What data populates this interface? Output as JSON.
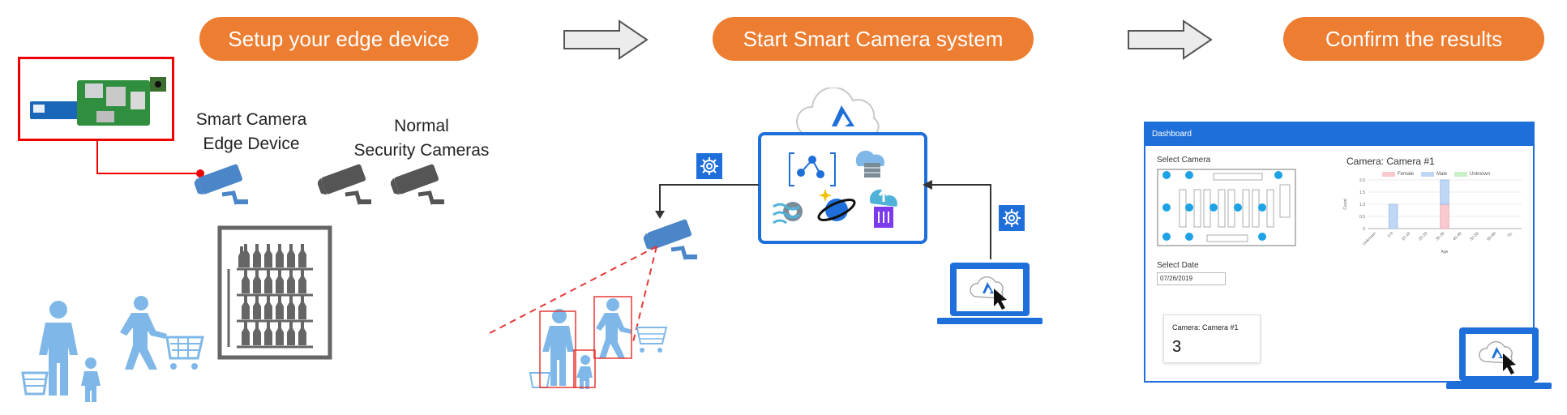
{
  "steps": [
    {
      "label": "Setup your edge device"
    },
    {
      "label": "Start Smart Camera system"
    },
    {
      "label": "Confirm the results"
    }
  ],
  "left": {
    "edge_device_label_line1": "Smart Camera",
    "edge_device_label_line2": "Edge Device",
    "normal_cameras_label_line1": "Normal",
    "normal_cameras_label_line2": "Security Cameras"
  },
  "dashboard": {
    "header": "Dashboard",
    "select_camera_label": "Select Camera",
    "select_date_label": "Select Date",
    "date_value": "07/26/2019",
    "chart_title": "Camera: Camera #1",
    "card_title": "Camera: Camera #1",
    "card_value": "3",
    "legend": [
      "Female",
      "Male",
      "Unknown"
    ],
    "xlabel": "Age",
    "ylabel": "Count"
  },
  "colors": {
    "accent_orange": "#ED7D31",
    "azure_blue": "#1E6FD9",
    "camera_blue": "#4A86C8",
    "person_blue": "#7FB8E8",
    "detect_red": "#E53935",
    "dark_gray": "#555555"
  },
  "chart_data": {
    "type": "bar",
    "categories": [
      "Unknown",
      "0-9",
      "10-19",
      "20-29",
      "30-39",
      "40-49",
      "50-59",
      "60-69",
      "70-"
    ],
    "series": [
      {
        "name": "Female",
        "values": [
          0,
          0,
          0,
          0,
          1,
          0,
          0,
          0,
          0
        ]
      },
      {
        "name": "Male",
        "values": [
          0,
          1,
          0,
          0,
          1,
          0,
          0,
          0,
          0
        ]
      },
      {
        "name": "Unknown",
        "values": [
          0,
          0,
          0,
          0,
          0,
          0,
          0,
          0,
          0
        ]
      }
    ],
    "title": "Camera: Camera #1",
    "xlabel": "Age",
    "ylabel": "Count",
    "ylim": [
      0,
      2
    ],
    "yticks": [
      "0",
      "0.5",
      "1.0",
      "1.5",
      "2.0"
    ],
    "stacked": true,
    "grid": true,
    "legend": "top"
  }
}
